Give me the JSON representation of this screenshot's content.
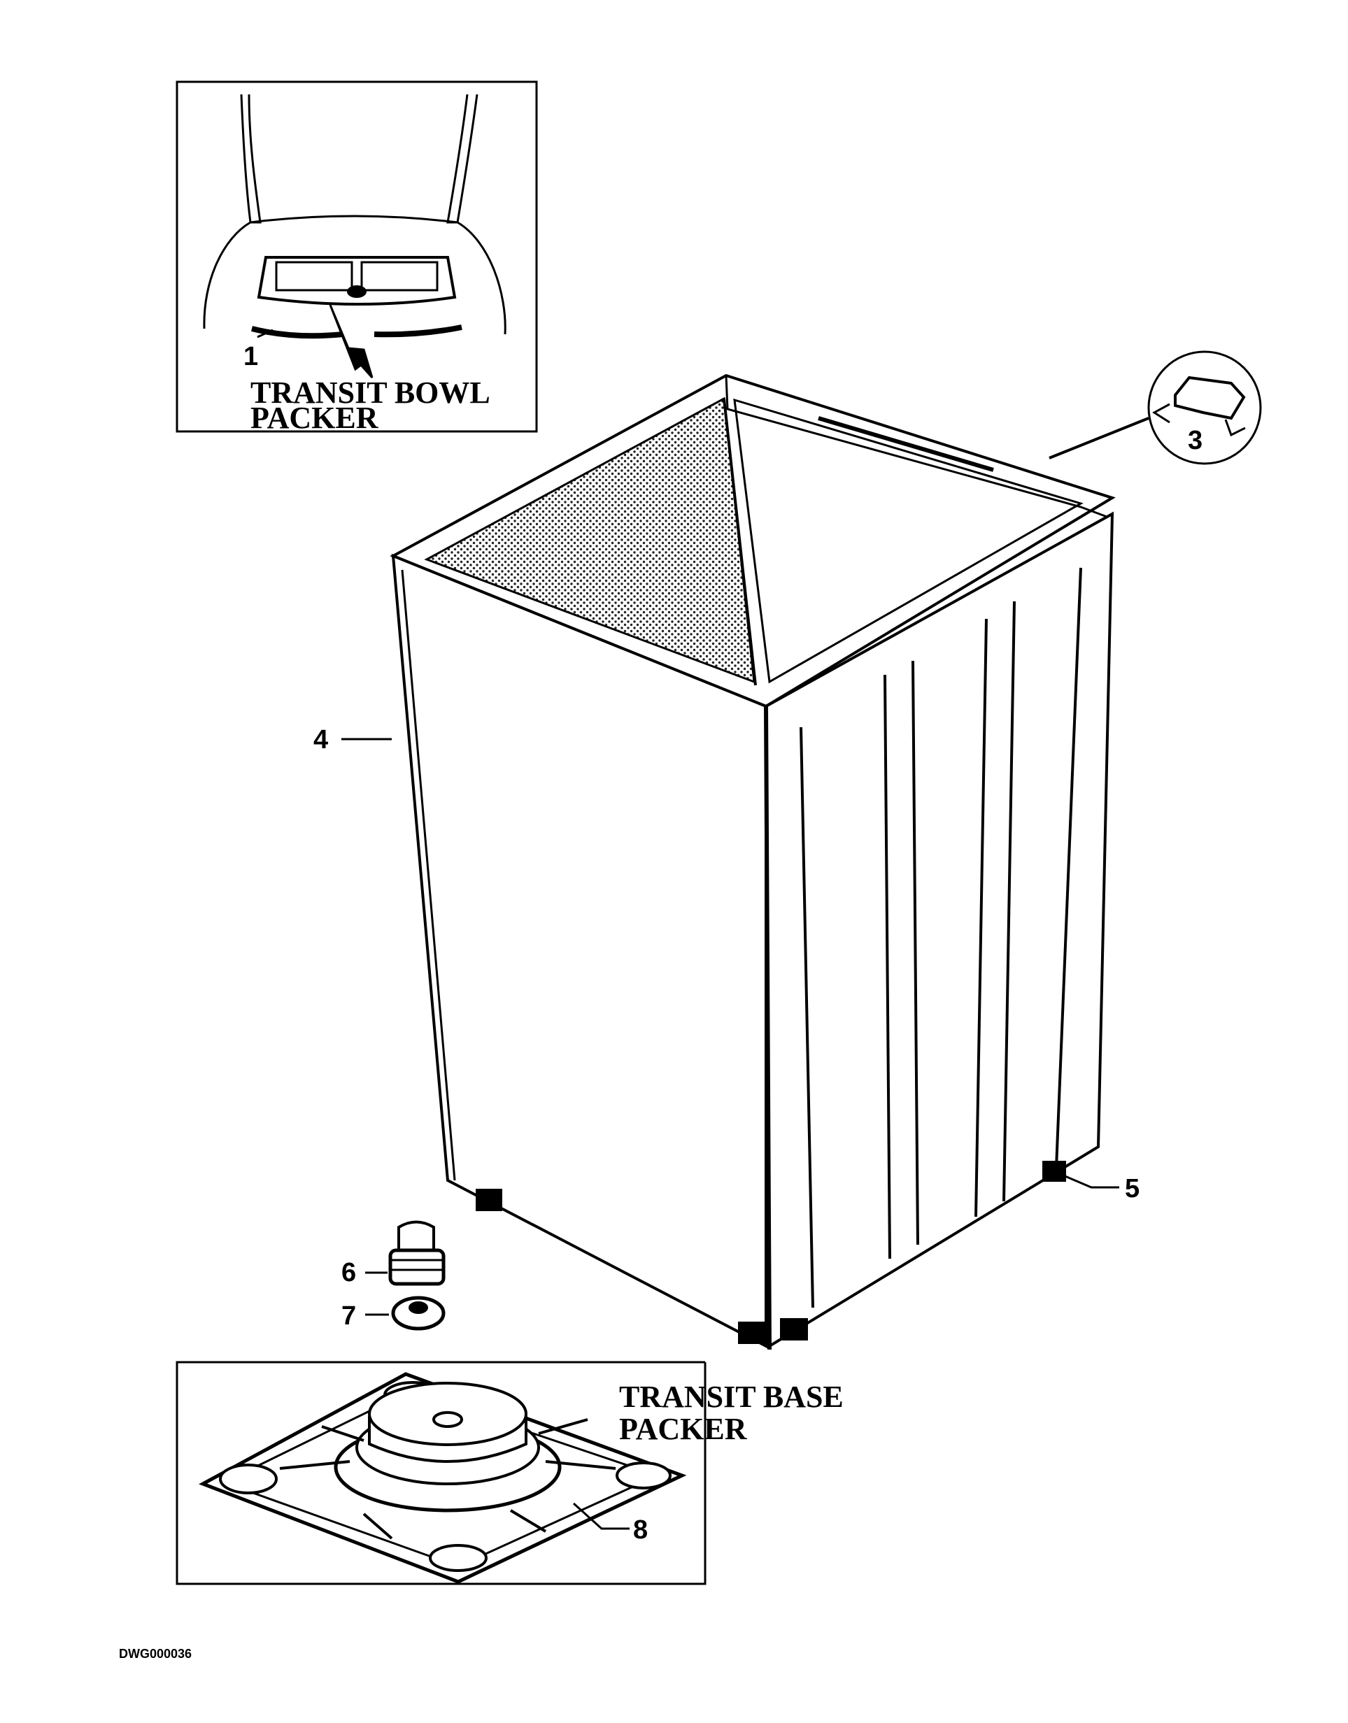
{
  "inset_bowl": {
    "part_number": "1",
    "title_line1": "TRANSIT BOWL",
    "title_line2": "PACKER"
  },
  "inset_base": {
    "part_number": "8",
    "title_line1": "TRANSIT BASE",
    "title_line2": "PACKER"
  },
  "callouts": {
    "clip": "3",
    "cabinet": "4",
    "foot": "5",
    "plug": "6",
    "grommet": "7"
  },
  "drawing_number": "DWG000036"
}
